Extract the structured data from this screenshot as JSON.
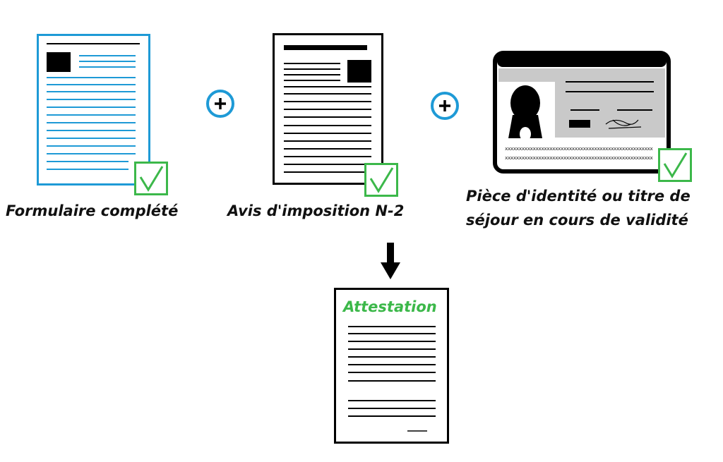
{
  "colors": {
    "blue": "#1e9ad6",
    "green": "#3cb84a",
    "black": "#000000",
    "card_grey": "#c9c9c9"
  },
  "documents": [
    {
      "label": "Formulaire complété",
      "check_icon": "check-icon"
    },
    {
      "label": "Avis d'imposition N-2",
      "check_icon": "check-icon"
    },
    {
      "label_lines": [
        "Pièce d'identité ou titre de",
        "séjour en cours de validité"
      ],
      "check_icon": "check-icon"
    }
  ],
  "operators": [
    "plus-icon",
    "plus-icon"
  ],
  "arrow": "down-arrow-icon",
  "result": {
    "title": "Attestation"
  },
  "id_card": {
    "mrz_line_1": "xxxxxxxxxxxxxxxxxxxxxxxxxxxxxxxxxxxxxxxxxxxxxxxxxxxxx",
    "mrz_line_2": "xxxxxxxxxxxxxxxxxxxxxxxxxxxxxxxxxxxxxxxxxxxxxxxxxxxxx"
  }
}
